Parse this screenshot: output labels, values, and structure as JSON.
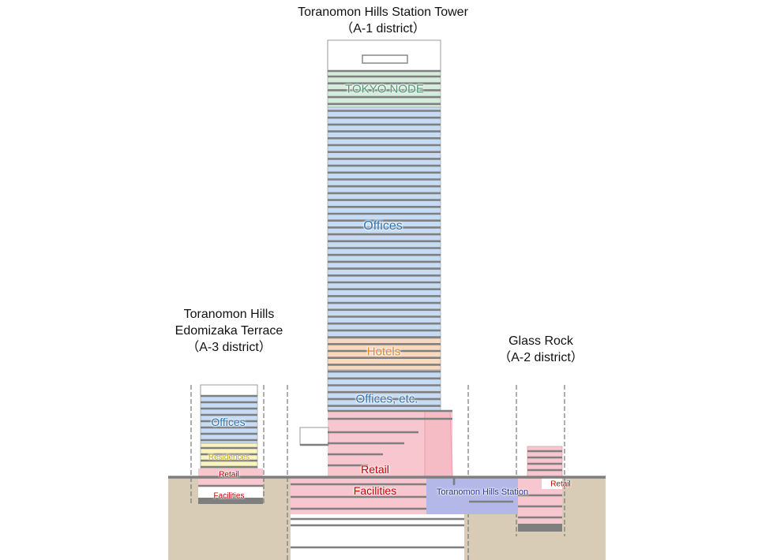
{
  "towers": {
    "a1": {
      "name": "Toranomon Hills Station Tower",
      "district": "（A-1 district）"
    },
    "a3": {
      "name_line1": "Toranomon Hills",
      "name_line2": "Edomizaka Terrace",
      "district": "（A-3 district）"
    },
    "a2": {
      "name": "Glass Rock",
      "district": "（A-2 district）"
    }
  },
  "zones": {
    "tokyo_node": "TOKYO NODE",
    "offices": "Offices",
    "hotels": "Hotels",
    "offices_etc": "Offices, etc.",
    "retail": "Retail",
    "facilities": "Facilities",
    "station": "Toranomon Hills Station",
    "a3_offices": "Offices",
    "a3_residences": "Residences",
    "a3_retail": "Retail",
    "a3_facilities": "Facilities",
    "a2_retail": "Retail"
  },
  "colors": {
    "office": "#c6dcf4",
    "office_text": "#2e75b6",
    "node": "#d5ecdc",
    "node_text": "#4e9a74",
    "hotel": "#f8d9be",
    "hotel_text": "#e0892f",
    "retail": "#f8c6ce",
    "retail_text": "#c00000",
    "residence": "#fbf3bd",
    "residence_text": "#c9a700",
    "station": "#b4b8e8",
    "station_text": "#283593",
    "ground": "#d8ccb6",
    "floor_line": "#7f7f7f"
  }
}
